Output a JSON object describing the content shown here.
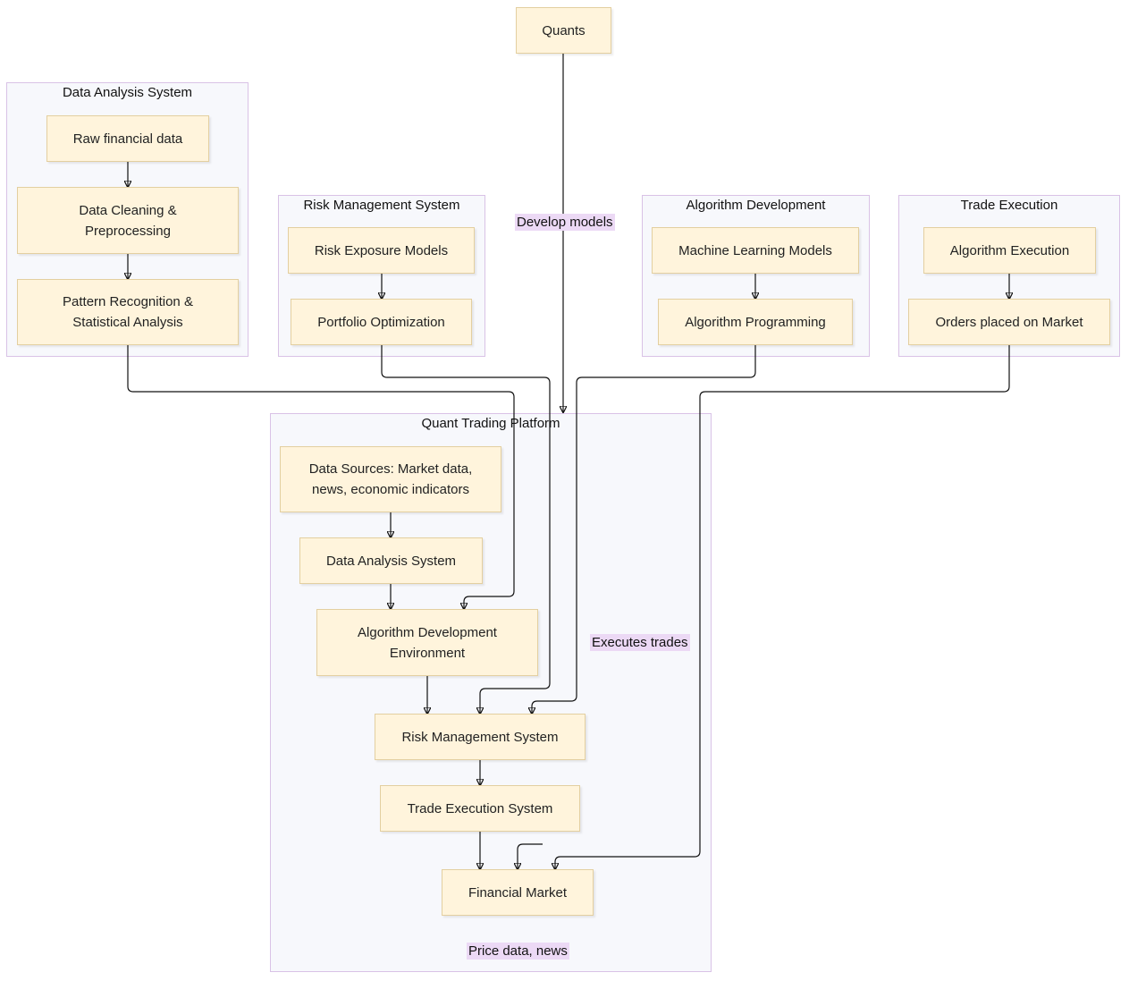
{
  "clusters": {
    "data_analysis": {
      "title": "Data Analysis System"
    },
    "risk_management": {
      "title": "Risk Management System"
    },
    "algorithm_development": {
      "title": "Algorithm Development"
    },
    "trade_execution": {
      "title": "Trade Execution"
    },
    "platform": {
      "title": "Quant Trading Platform"
    }
  },
  "nodes": {
    "quants": "Quants",
    "raw_financial_data": "Raw financial data",
    "data_cleaning": "Data Cleaning & Preprocessing",
    "pattern_recognition": "Pattern Recognition & Statistical Analysis",
    "risk_exposure_models": "Risk Exposure Models",
    "portfolio_optimization": "Portfolio Optimization",
    "machine_learning_models": "Machine Learning Models",
    "algorithm_programming": "Algorithm Programming",
    "algorithm_execution": "Algorithm Execution",
    "orders_placed": "Orders placed on Market",
    "data_sources": "Data Sources: Market data, news, economic indicators",
    "platform_data_analysis": "Data Analysis System",
    "algo_dev_environment": "Algorithm Development Environment",
    "platform_risk_management": "Risk Management System",
    "trade_execution_system": "Trade Execution System",
    "financial_market": "Financial Market"
  },
  "edge_labels": {
    "develop_models": "Develop models",
    "executes_trades": "Executes trades",
    "price_data_news": "Price data, news"
  }
}
